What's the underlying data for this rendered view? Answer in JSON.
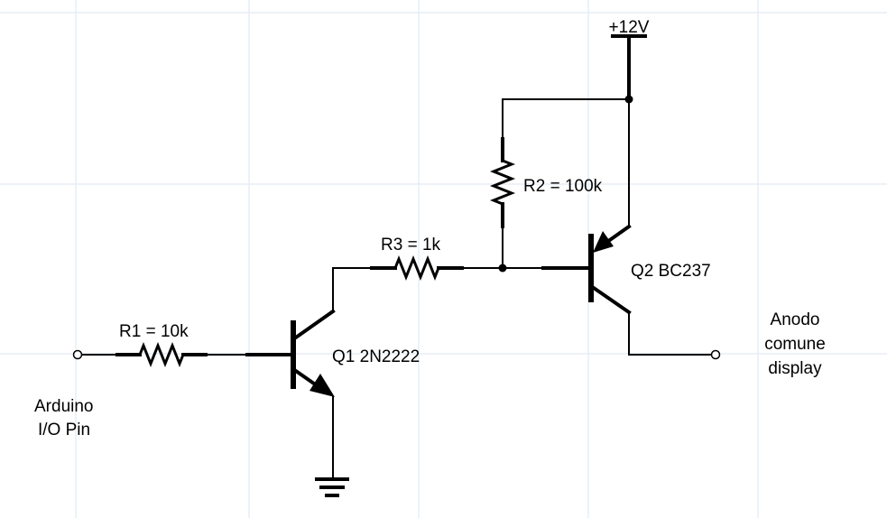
{
  "supply": {
    "label": "+12V"
  },
  "resistors": {
    "r1": {
      "label": "R1 = 10k"
    },
    "r2": {
      "label": "R2 = 100k"
    },
    "r3": {
      "label": "R3 = 1k"
    }
  },
  "transistors": {
    "q1": {
      "label": "Q1 2N2222"
    },
    "q2": {
      "label": "Q2 BC237"
    }
  },
  "input": {
    "line1": "Arduino",
    "line2": "I/O Pin"
  },
  "output": {
    "line1": "Anodo",
    "line2": "comune",
    "line3": "display"
  }
}
